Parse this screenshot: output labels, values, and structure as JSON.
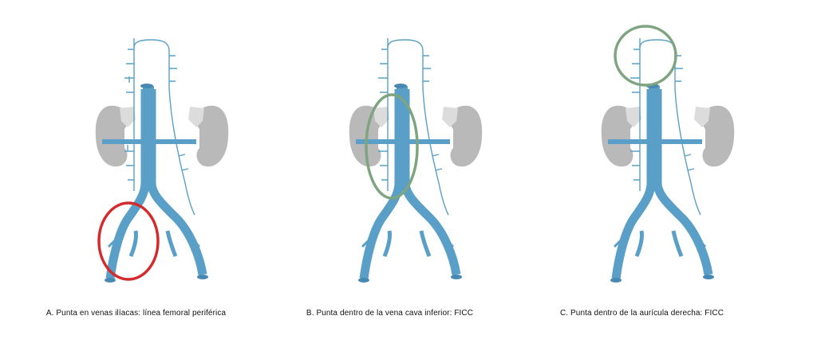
{
  "colors": {
    "vein": "#5a9fc8",
    "vein_dark": "#4789b3",
    "kidney": "#b9b9ba",
    "adrenal": "#dcdcdc",
    "marker_red": "#d42a2b",
    "marker_green": "#7ea57f"
  },
  "panels": [
    {
      "caption": "A. Punta en venas ilíacas: línea femoral periférica",
      "marker": "red",
      "marker_location": "iliac-veins"
    },
    {
      "caption": "B. Punta dentro de la vena cava inferior: FICC",
      "marker": "green",
      "marker_location": "inferior-vena-cava"
    },
    {
      "caption": "C. Punta dentro de la aurícula derecha: FICC",
      "marker": "green",
      "marker_location": "right-atrium"
    }
  ]
}
